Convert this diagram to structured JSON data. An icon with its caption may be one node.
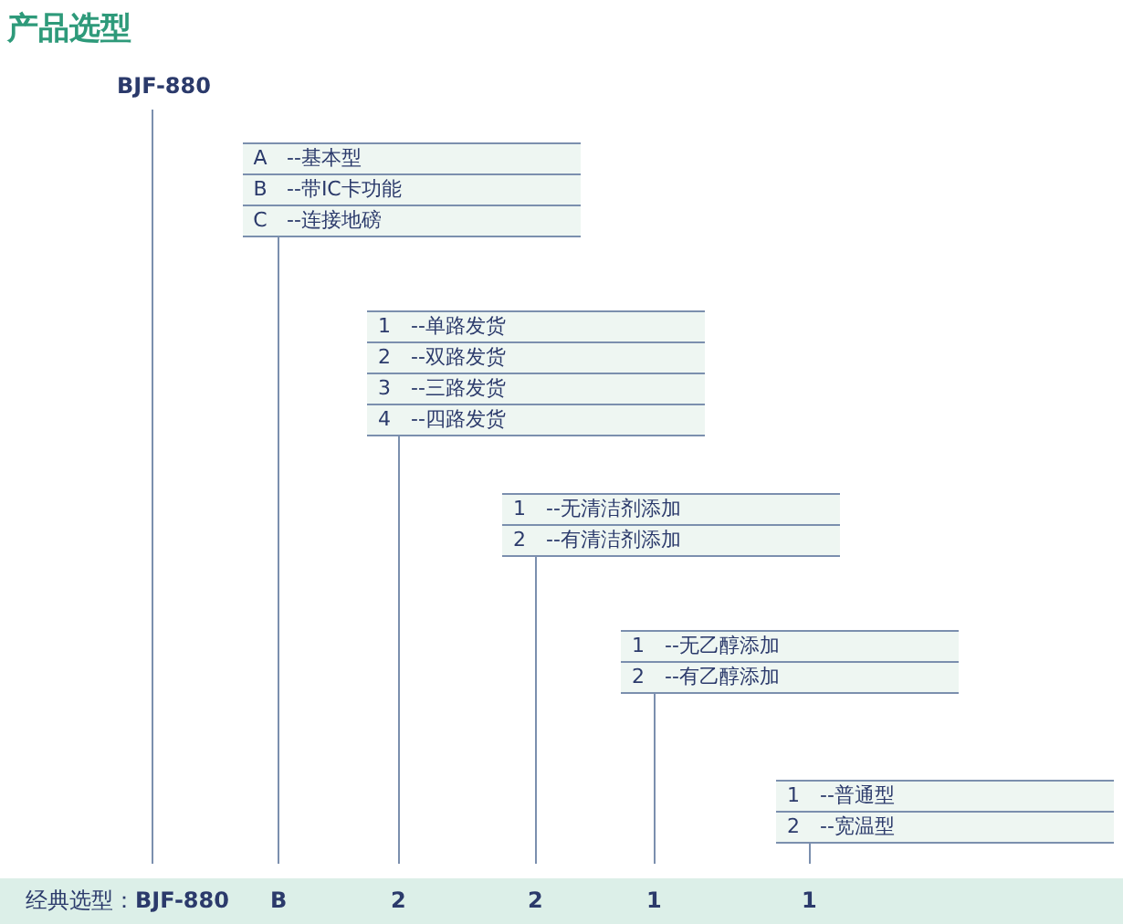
{
  "diagram": {
    "title": "产品选型",
    "labels": [
      "BJF-880",
      "A",
      "--基本型",
      "B",
      "--带IC卡功能",
      "C",
      "--连接地磅",
      "1",
      "--单路发货",
      "2",
      "--双路发货",
      "3",
      "--三路发货",
      "4",
      "--四路发货",
      "1",
      "--无清洁剂添加",
      "2",
      "--有清洁剂添加",
      "1",
      "--无乙醇添加",
      "2",
      "--有乙醇添加",
      "1",
      "--普通型",
      "2",
      "--宽温型",
      "经典选型：**BJF-880**",
      "B",
      "2",
      "2",
      "1",
      "1"
    ]
  }
}
